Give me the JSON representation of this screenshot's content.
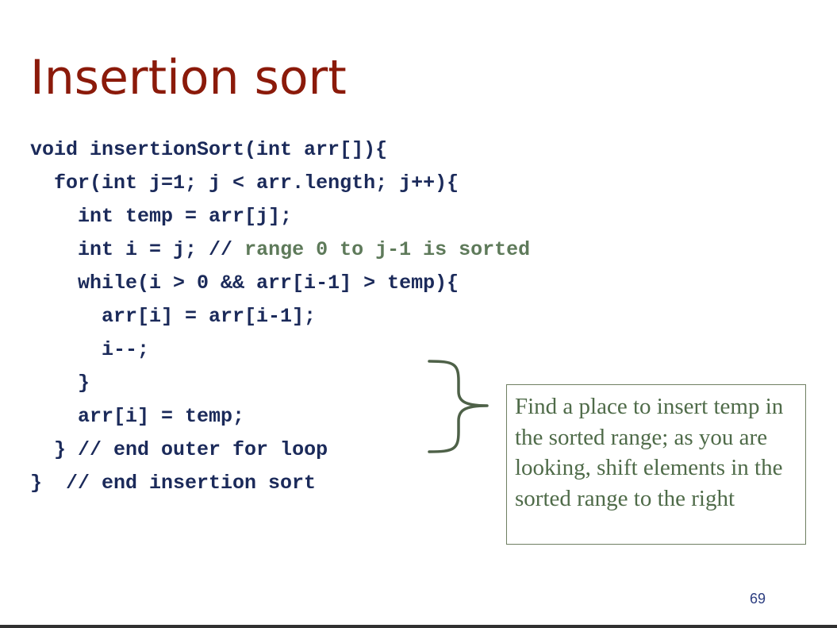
{
  "slide": {
    "title": "Insertion sort",
    "code_lines": [
      {
        "indent": "",
        "code": "void insertionSort(int arr[]){",
        "comment": ""
      },
      {
        "indent": "  ",
        "code": "for(int j=1; j < arr.length; j++){",
        "comment": ""
      },
      {
        "indent": "    ",
        "code": "int temp = arr[j];",
        "comment": ""
      },
      {
        "indent": "    ",
        "code": "int i = j; // ",
        "comment": "range 0 to j-1 is sorted"
      },
      {
        "indent": "    ",
        "code": "while(i > 0 && arr[i-1] > temp){",
        "comment": ""
      },
      {
        "indent": "      ",
        "code": "arr[i] = arr[i-1];",
        "comment": ""
      },
      {
        "indent": "      ",
        "code": "i--;",
        "comment": ""
      },
      {
        "indent": "    ",
        "code": "}",
        "comment": ""
      },
      {
        "indent": "    ",
        "code": "arr[i] = temp;",
        "comment": ""
      },
      {
        "indent": "  ",
        "code": "} // end outer for loop",
        "comment": ""
      },
      {
        "indent": "",
        "code": "}  // end insertion sort",
        "comment": ""
      }
    ],
    "callout_text": "Find a place to insert temp in the sorted range; as you are looking, shift elements in the sorted range to the right",
    "slide_number": "69"
  },
  "colors": {
    "title": "#8b1a0a",
    "code": "#1b2a5a",
    "comment": "#5e7a5a",
    "callout_text": "#4f6b49",
    "brace": "#4e6148",
    "slide_number": "#2c3d80"
  },
  "icons": {
    "brace": "right-curly-brace-icon"
  }
}
